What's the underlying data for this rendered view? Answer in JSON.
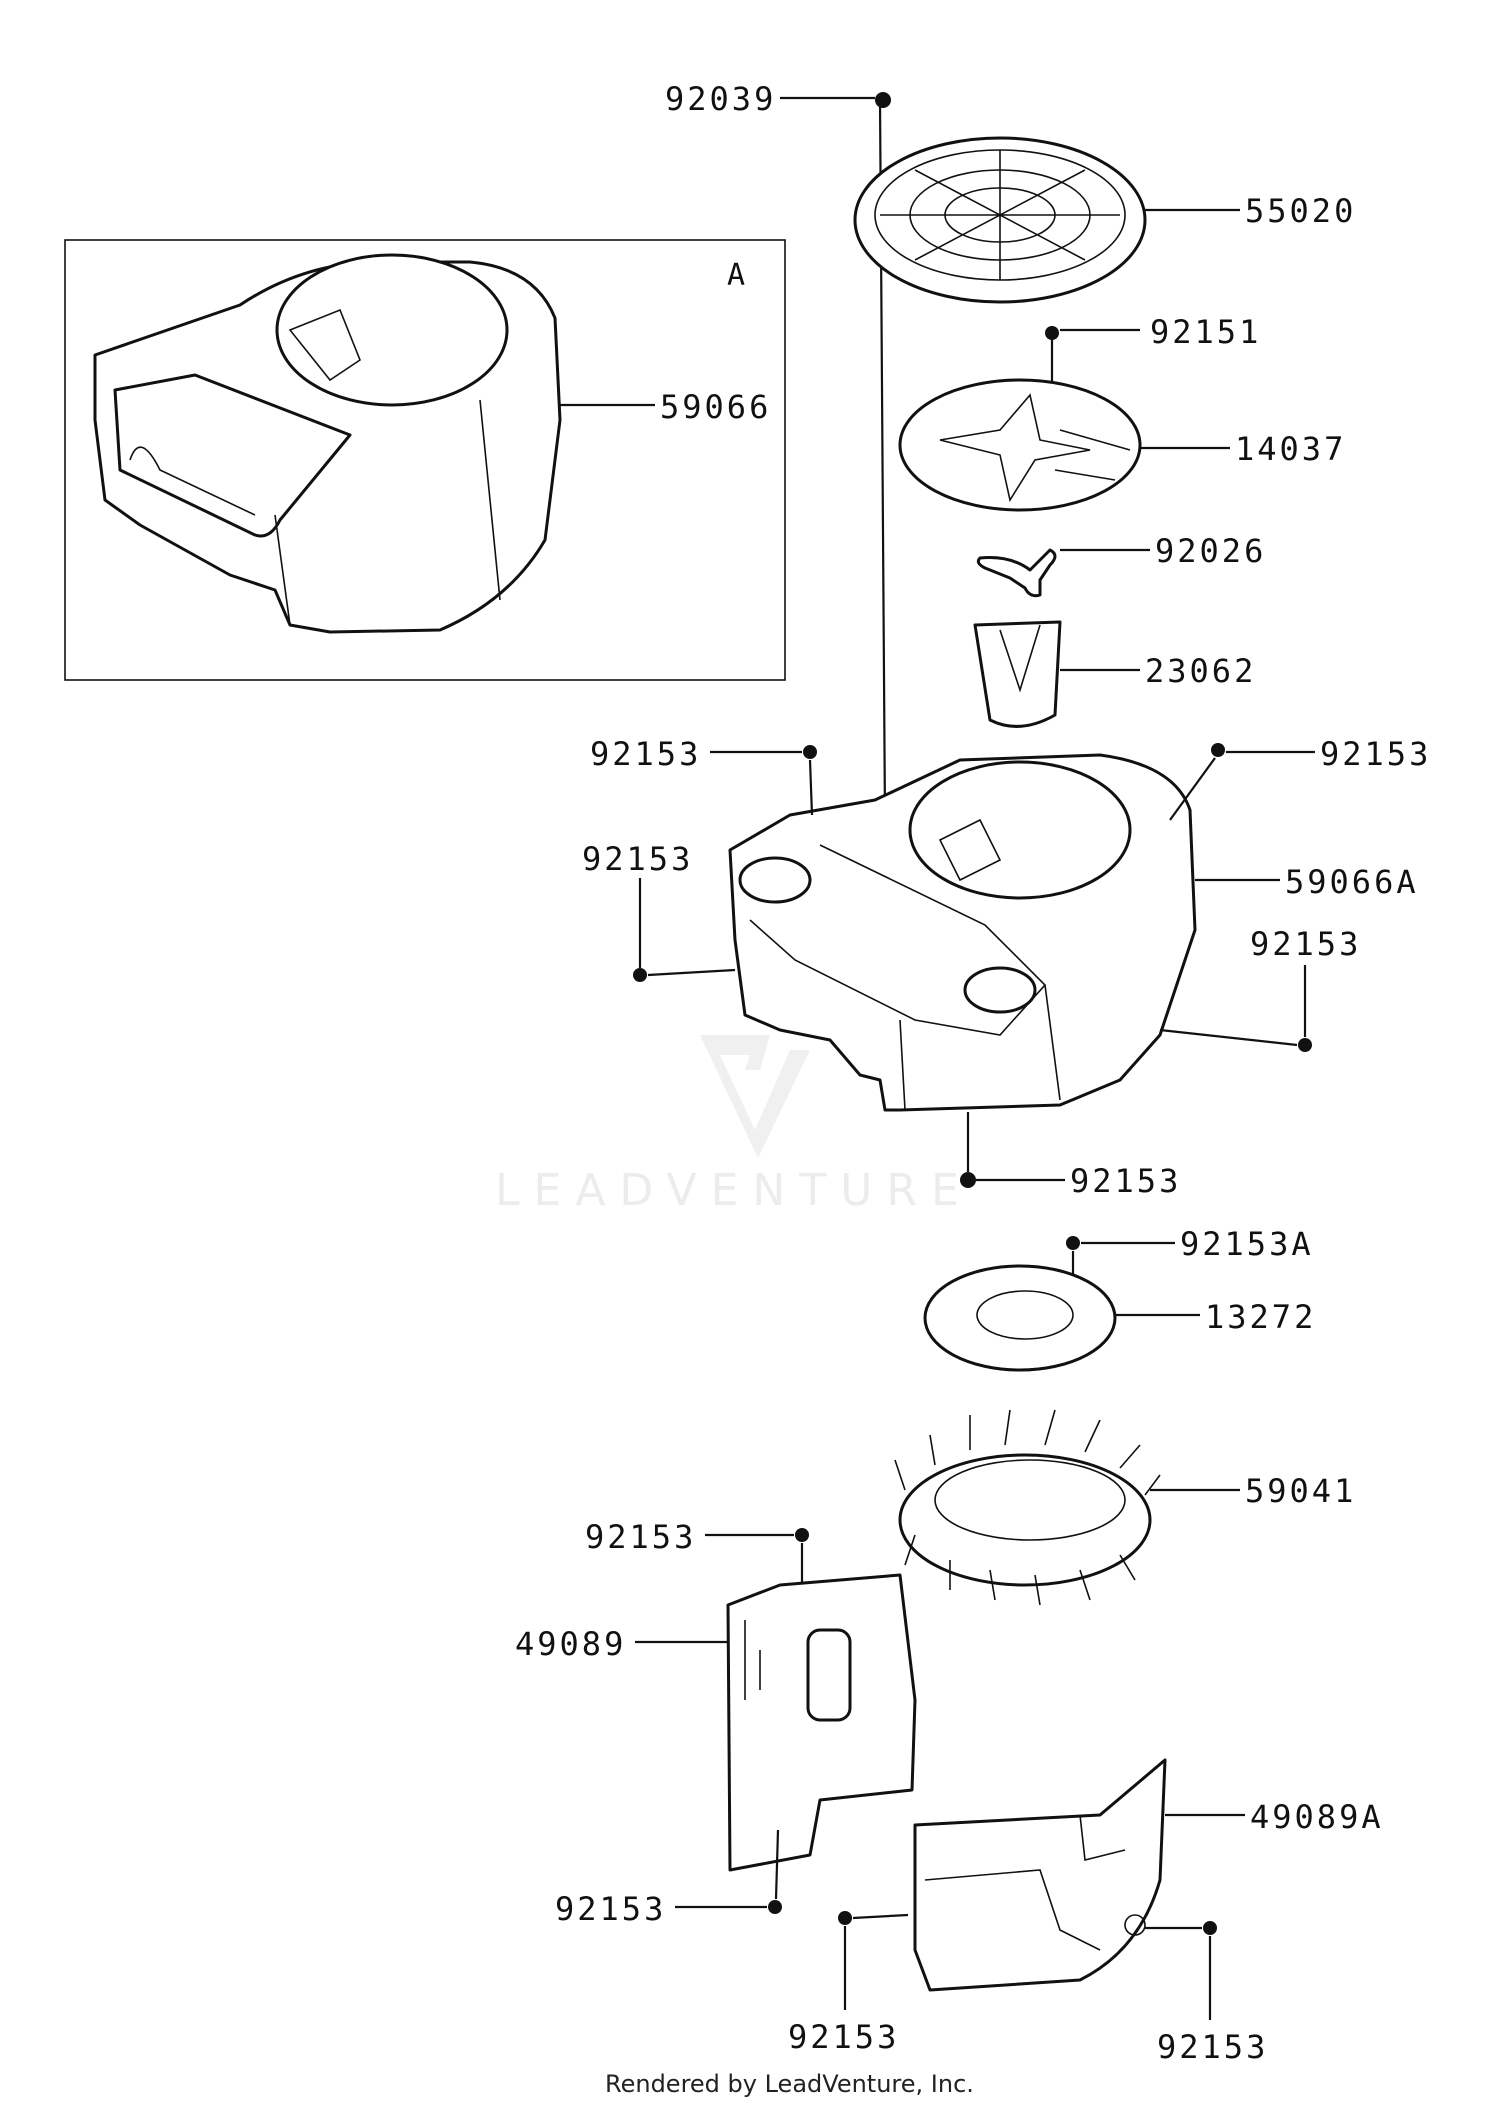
{
  "diagram": {
    "inset_tag": "A",
    "labels": {
      "p92039": "92039",
      "p55020": "55020",
      "p92151": "92151",
      "p14037": "14037",
      "p92026": "92026",
      "p23062": "23062",
      "p59066": "59066",
      "p92153_a": "92153",
      "p92153_b": "92153",
      "p92153_c": "92153",
      "p59066A": "59066A",
      "p92153_d": "92153",
      "p92153_e": "92153",
      "p92153A": "92153A",
      "p13272": "13272",
      "p59041": "59041",
      "p92153_f": "92153",
      "p49089": "49089",
      "p92153_g": "92153",
      "p49089A": "49089A",
      "p92153_h": "92153",
      "p92153_i": "92153"
    },
    "watermark": "LEADVENTURE",
    "footer": "Rendered by LeadVenture, Inc."
  }
}
